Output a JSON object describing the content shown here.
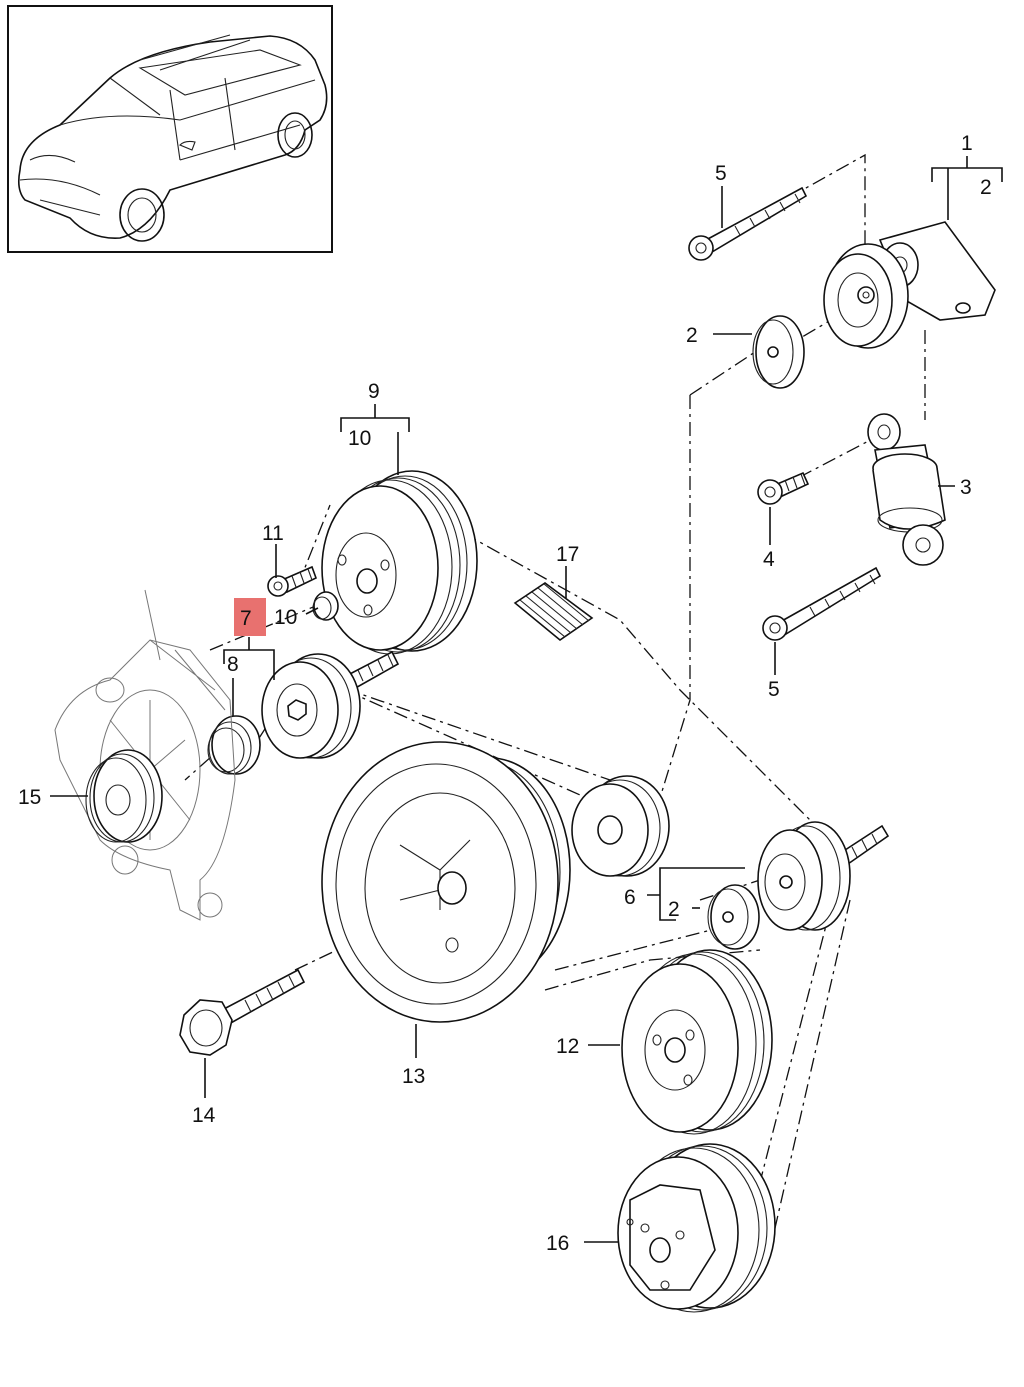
{
  "callouts": {
    "c1": "1",
    "c2a": "2",
    "c2b": "2",
    "c2c": "2",
    "c3": "3",
    "c4": "4",
    "c5a": "5",
    "c5b": "5",
    "c6": "6",
    "c7": "7",
    "c8": "8",
    "c9": "9",
    "c10a": "10",
    "c10b": "10",
    "c11": "11",
    "c12": "12",
    "c13": "13",
    "c14": "14",
    "c15": "15",
    "c16": "16",
    "c17": "17"
  },
  "highlight_color": "#e8716f",
  "icons": {
    "vehicle": "car-thumbnail-icon",
    "tensioner": "belt-tensioner-icon",
    "damper": "tensioner-damper-icon",
    "crank_pulley": "vibration-damper-pulley-icon",
    "alternator": "alternator-icon",
    "ac_compressor": "ac-compressor-pulley-icon"
  }
}
